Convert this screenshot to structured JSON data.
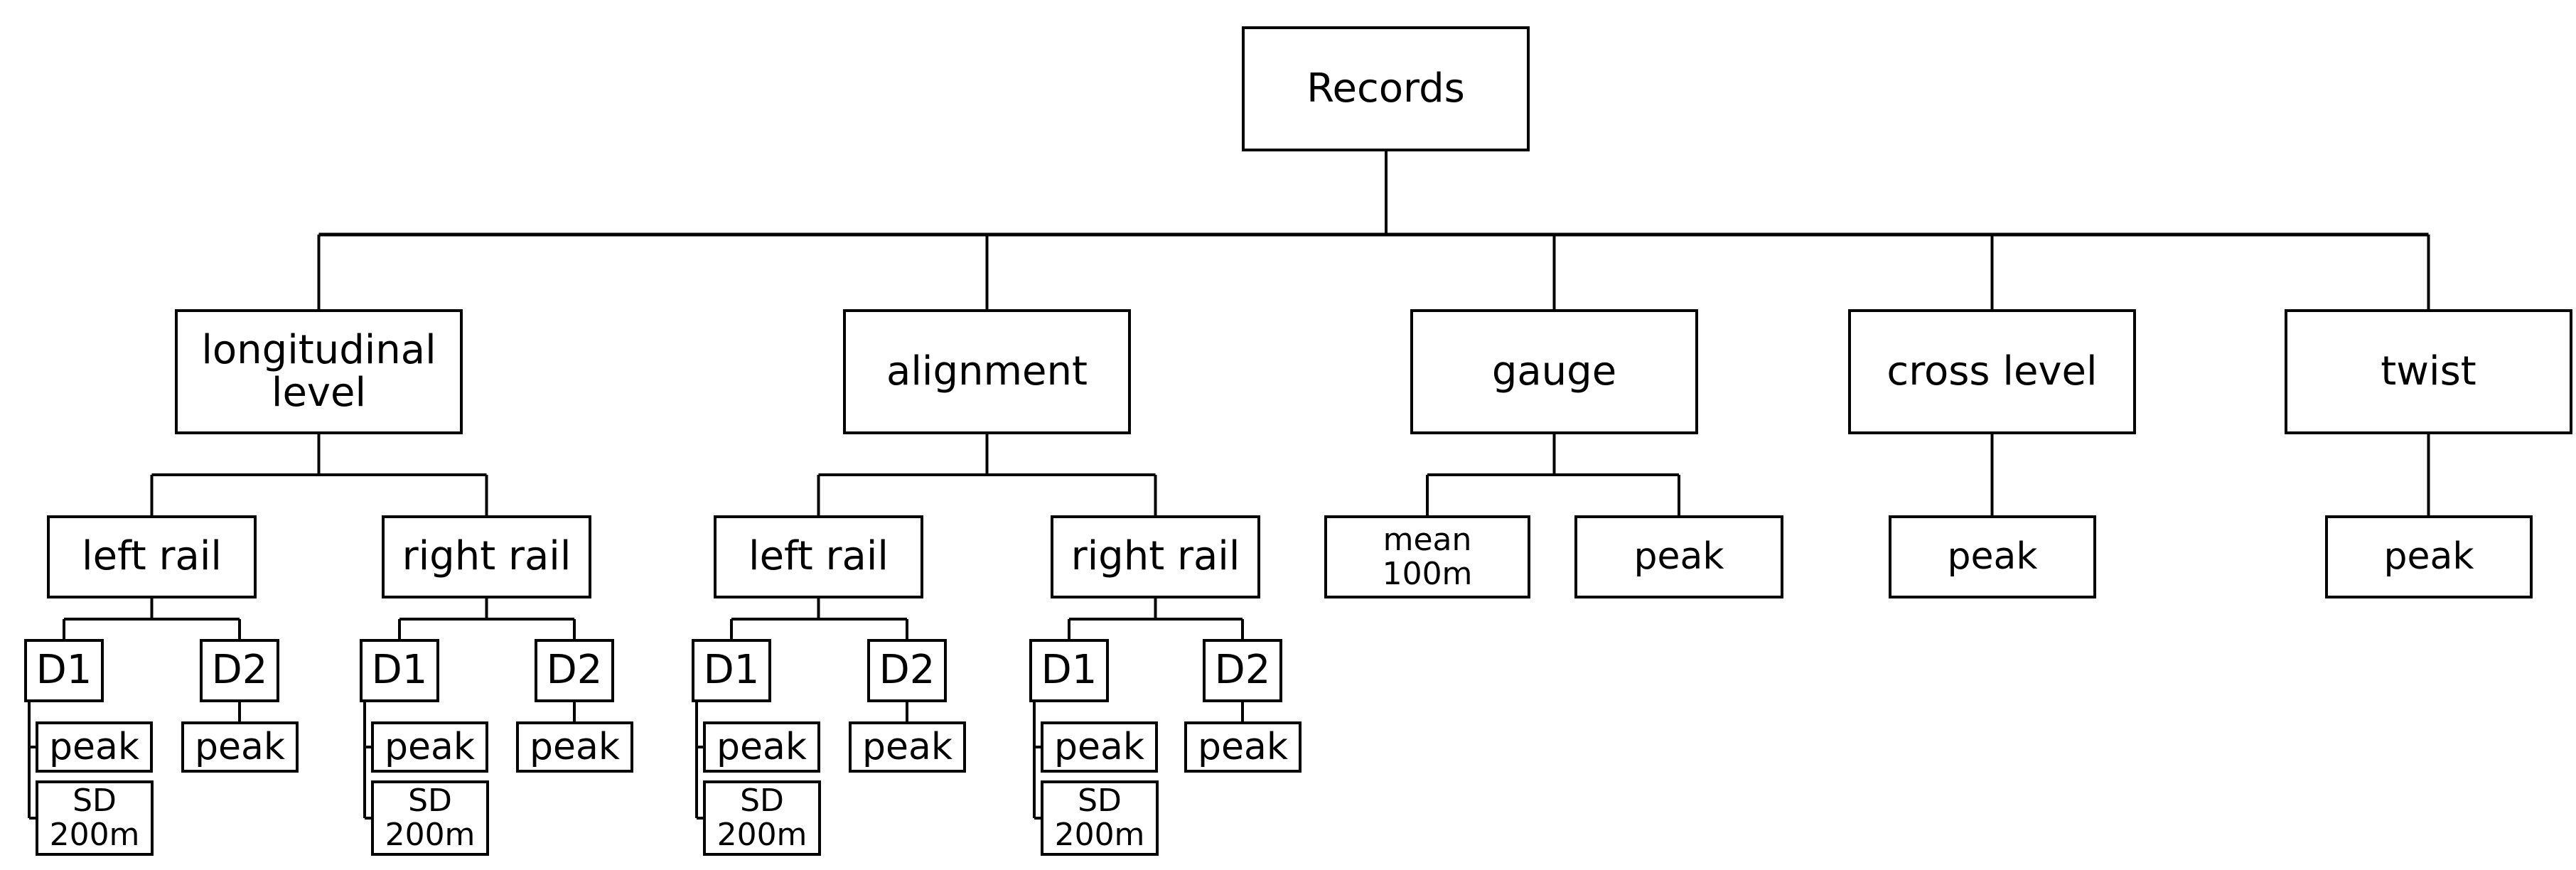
{
  "figure": {
    "background_color": "#ffffff",
    "line_color": "#000000",
    "box_fill_color": "#ffffff",
    "text_color": "#000000"
  },
  "tree": {
    "root": {
      "label": "Records",
      "children": [
        {
          "label": "longitudinal\nlevel",
          "children": [
            {
              "label": "left rail",
              "children": [
                {
                  "label": "D1",
                  "children": [
                    {
                      "label": "peak"
                    },
                    {
                      "label": "SD\n200m"
                    }
                  ]
                },
                {
                  "label": "D2",
                  "children": [
                    {
                      "label": "peak"
                    }
                  ]
                }
              ]
            },
            {
              "label": "right rail",
              "children": [
                {
                  "label": "D1",
                  "children": [
                    {
                      "label": "peak"
                    },
                    {
                      "label": "SD\n200m"
                    }
                  ]
                },
                {
                  "label": "D2",
                  "children": [
                    {
                      "label": "peak"
                    }
                  ]
                }
              ]
            }
          ]
        },
        {
          "label": "alignment",
          "children": [
            {
              "label": "left rail",
              "children": [
                {
                  "label": "D1",
                  "children": [
                    {
                      "label": "peak"
                    },
                    {
                      "label": "SD\n200m"
                    }
                  ]
                },
                {
                  "label": "D2",
                  "children": [
                    {
                      "label": "peak"
                    }
                  ]
                }
              ]
            },
            {
              "label": "right rail",
              "children": [
                {
                  "label": "D1",
                  "children": [
                    {
                      "label": "peak"
                    },
                    {
                      "label": "SD\n200m"
                    }
                  ]
                },
                {
                  "label": "D2",
                  "children": [
                    {
                      "label": "peak"
                    }
                  ]
                }
              ]
            }
          ]
        },
        {
          "label": "gauge",
          "children": [
            {
              "label": "mean\n100m"
            },
            {
              "label": "peak"
            }
          ]
        },
        {
          "label": "cross level",
          "children": [
            {
              "label": "peak"
            }
          ]
        },
        {
          "label": "twist",
          "children": [
            {
              "label": "peak"
            }
          ]
        }
      ]
    }
  }
}
